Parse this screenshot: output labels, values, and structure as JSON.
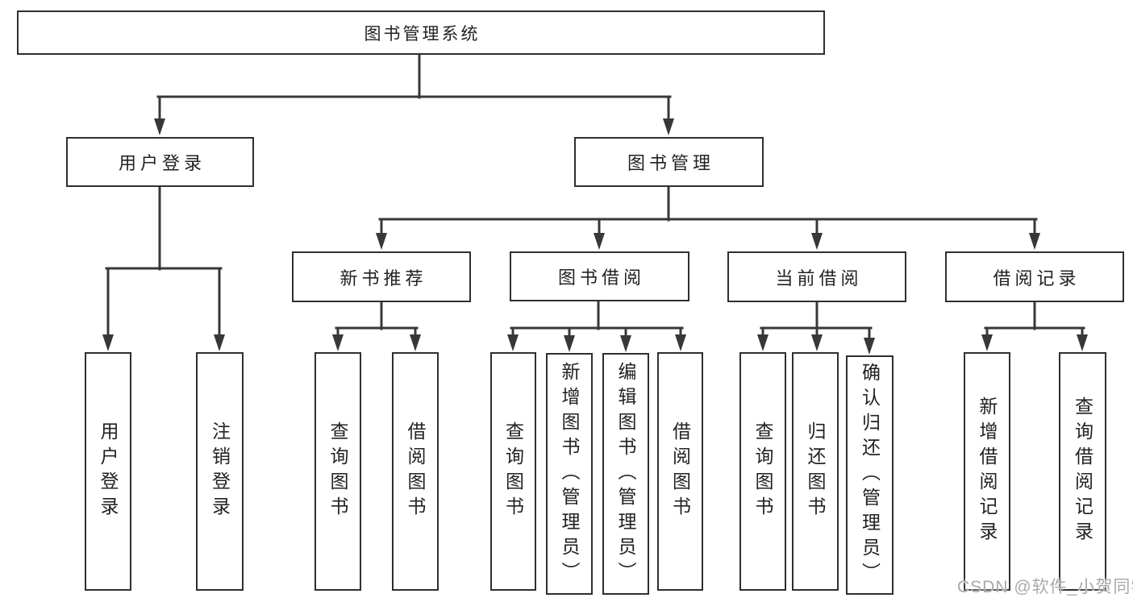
{
  "diagram": {
    "type": "hierarchy-tree",
    "root": {
      "label": "图书管理系统"
    },
    "branches": [
      {
        "label": "用户登录",
        "children": [
          {
            "label": "用户登录"
          },
          {
            "label": "注销登录"
          }
        ]
      },
      {
        "label": "图书管理",
        "children": [
          {
            "label": "新书推荐",
            "children": [
              {
                "label": "查询图书"
              },
              {
                "label": "借阅图书"
              }
            ]
          },
          {
            "label": "图书借阅",
            "children": [
              {
                "label": "查询图书"
              },
              {
                "label": "新增图书（管理员）"
              },
              {
                "label": "编辑图书（管理员）"
              },
              {
                "label": "借阅图书"
              }
            ]
          },
          {
            "label": "当前借阅",
            "children": [
              {
                "label": "查询图书"
              },
              {
                "label": "归还图书"
              },
              {
                "label": "确认归还（管理员）"
              }
            ]
          },
          {
            "label": "借阅记录",
            "children": [
              {
                "label": "新增借阅记录"
              },
              {
                "label": "查询借阅记录"
              }
            ]
          }
        ]
      }
    ]
  },
  "watermark": {
    "text": "CSDN @软件_小贺同学",
    "color": "#a9a9a9"
  },
  "colors": {
    "line": "#383838",
    "box_border": "#2f2f2f",
    "text": "#222222",
    "background": "#ffffff"
  }
}
